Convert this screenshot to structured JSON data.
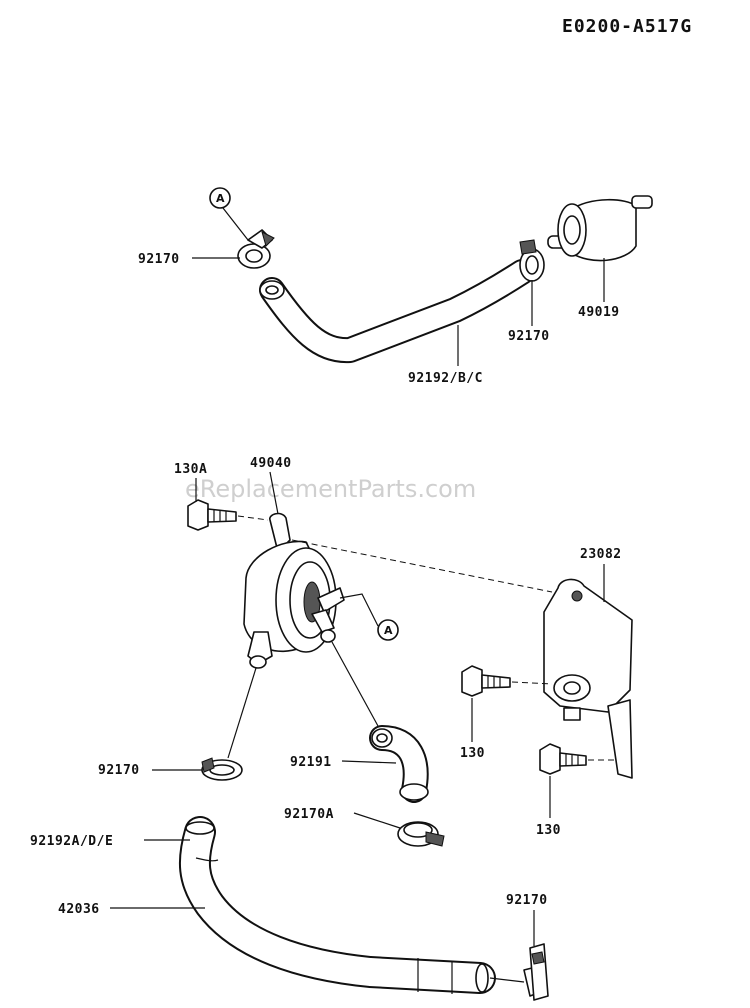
{
  "diagram_code": "E0200-A517G",
  "watermark": "eReplacementParts.com",
  "callout_letter": "A",
  "parts": {
    "clamp_top_left": "92170",
    "clamp_top_right": "92170",
    "fuel_filter": "49019",
    "hose_top": "92192/B/C",
    "bolt_top": "130A",
    "fuel_pump": "49040",
    "bracket": "23082",
    "bolt_mid": "130",
    "bolt_low": "130",
    "clamp_pump_outlet": "92170",
    "elbow_hose": "92191",
    "clamp_elbow": "92170A",
    "hose_lower": "92192A/D/E",
    "hose_long": "42036",
    "clamp_bottom": "92170"
  }
}
